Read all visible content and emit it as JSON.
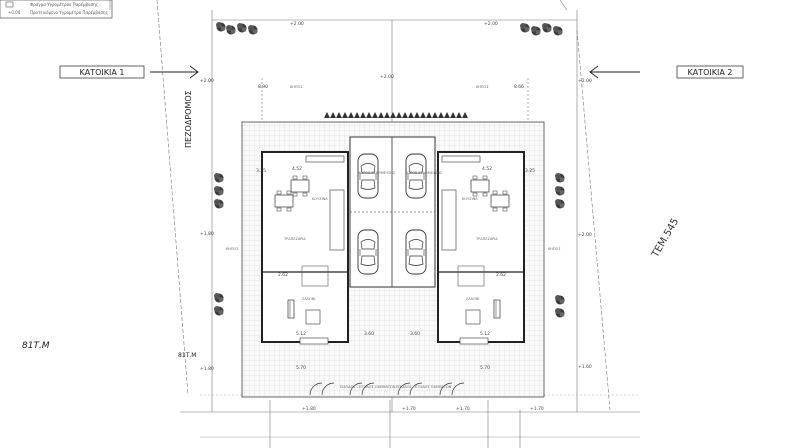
{
  "legend": {
    "row1": "Φράγμα Υγρομέτρου Παρέμβασης",
    "row2": "Προτεινόμενο Υγρομέτρο Παρέμβασης",
    "mark": "+0.00"
  },
  "labels": {
    "house_left": "ΚΑΤΟΙΚΙΑ 1",
    "house_right": "ΚΑΤΟΙΚΙΑ 2",
    "street": "ΠΕΖΟΔΡΟΜΟΣ",
    "plot": "ΤΕΜ.545",
    "road_left": "81Τ.Μ",
    "road_mid": "81Τ.Μ"
  },
  "dimensions": {
    "top_left": "+2.00",
    "top_right": "+2.00",
    "mid_left": "+2.00",
    "mid_center": "+2.00",
    "mid_right": "+2.00",
    "side_left": "+1.80",
    "side_right": "+2.00",
    "low_left": "+1.80",
    "low_right": "+1.60",
    "bottom_left": "+1.80",
    "bottom_c1": "+1.70",
    "bottom_c2": "+1.70",
    "bottom_right": "+1.70",
    "w_left": "4.52",
    "w_right": "4.52",
    "h_left": "3.25",
    "h_right": "3.25",
    "mid_w_left": "2.62",
    "mid_w_right": "2.62",
    "lw_left": "5.12",
    "lw_right": "5.12",
    "gar_left": "3.60",
    "gar_right": "3.60",
    "base_left": "5.70",
    "base_right": "5.70",
    "setback_left": "8.90",
    "setback_right": "8.66"
  },
  "rooms": {
    "kitchen": "ΚΟΥΖΙΝΑ",
    "dining": "ΤΡΑΠΕΖΑΡΙΑ",
    "living": "ΣΑΛΟΝΙ",
    "parking": "ΧΩΡΟΣ ΣΤΑΘΜΕΥΣΗΣ",
    "garden": "ΚΗΠΟΣ",
    "entrance": "ΕΙΣΟΔΟΣ - ΕΞΟΔΟΣ ΟΧΗΜΑΤΩΝ"
  }
}
